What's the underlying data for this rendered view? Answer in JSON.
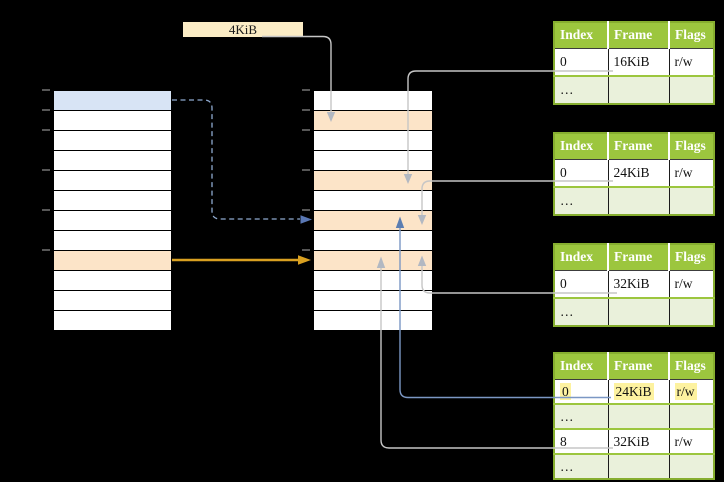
{
  "page_size_label": {
    "text": "4KiB"
  },
  "memory": {
    "left_table": {
      "row_count": 12,
      "highlights": [
        {
          "row": 0,
          "color_key": "blue_row"
        },
        {
          "row": 8,
          "color_key": "orange_row"
        }
      ]
    },
    "middle_table": {
      "row_count": 12,
      "highlights": [
        {
          "row": 1,
          "color_key": "orange_row"
        },
        {
          "row": 4,
          "color_key": "orange_row"
        },
        {
          "row": 6,
          "color_key": "orange_row"
        },
        {
          "row": 8,
          "color_key": "orange_row"
        }
      ]
    }
  },
  "page_tables": [
    {
      "id": "page-table-16kib",
      "headers": [
        "Index",
        "Frame",
        "Flags"
      ],
      "rows": [
        {
          "type": "value",
          "cells": [
            "0",
            "16KiB",
            "r/w"
          ]
        },
        {
          "type": "dots",
          "cells": [
            "…",
            "",
            ""
          ]
        }
      ]
    },
    {
      "id": "page-table-24kib",
      "headers": [
        "Index",
        "Frame",
        "Flags"
      ],
      "rows": [
        {
          "type": "value",
          "cells": [
            "0",
            "24KiB",
            "r/w"
          ]
        },
        {
          "type": "dots",
          "cells": [
            "…",
            "",
            ""
          ]
        }
      ]
    },
    {
      "id": "page-table-32kib",
      "headers": [
        "Index",
        "Frame",
        "Flags"
      ],
      "rows": [
        {
          "type": "value",
          "cells": [
            "0",
            "32KiB",
            "r/w"
          ]
        },
        {
          "type": "dots",
          "cells": [
            "…",
            "",
            ""
          ]
        }
      ]
    },
    {
      "id": "level2-page-table",
      "headers": [
        "Index",
        "Frame",
        "Flags"
      ],
      "rows": [
        {
          "type": "value",
          "cells": [
            "0",
            "24KiB",
            "r/w"
          ],
          "highlight": true
        },
        {
          "type": "dots",
          "cells": [
            "…",
            "",
            ""
          ]
        },
        {
          "type": "value",
          "cells": [
            "8",
            "32KiB",
            "r/w"
          ]
        },
        {
          "type": "dots",
          "cells": [
            "…",
            "",
            ""
          ]
        }
      ]
    }
  ],
  "colors": {
    "header_green": "#9cc63e",
    "table_border_green": "#86ae2f",
    "dots_row_green": "#eaf1db",
    "blue_row": "#d8e4f5",
    "orange_row": "#fce4c8",
    "label_fill": "#fbecc5",
    "highlight_yellow": "#fdf2a0",
    "arrow_gray": "#c6c6c6",
    "arrowhead_gray": "#b2b8c2",
    "arrow_blue": "#7b97c4",
    "arrowhead_blue": "#5b7db1",
    "arrow_blue_dashed": "#8ea9cf",
    "arrowhead_blue_dashed": "#5a78b4",
    "arrow_orange": "#d9a021",
    "tick_gray": "#6b6b6b",
    "row_separator_green": "#9cc63e"
  }
}
